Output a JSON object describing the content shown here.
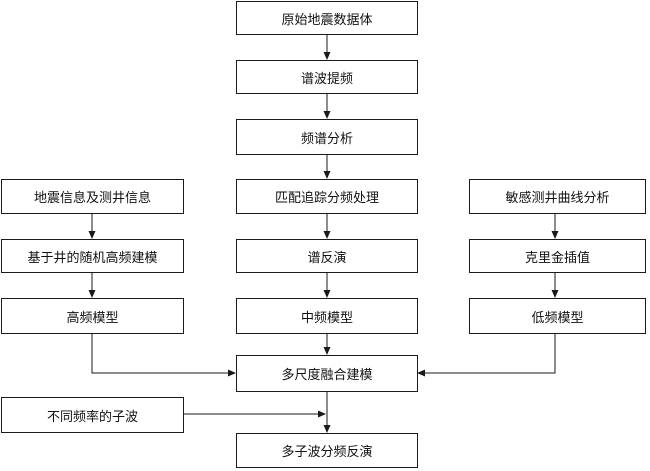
{
  "boxes": {
    "raw_seismic": "原始地震数据体",
    "spectral_boost": "谱波提频",
    "spectral_analysis": "频谱分析",
    "seismic_well_info": "地震信息及测井信息",
    "matching_pursuit": "匹配追踪分频处理",
    "sensitive_logs": "敏感测井曲线分析",
    "well_random_hf": "基于井的随机高频建模",
    "spectral_inversion": "谱反演",
    "kriging": "克里金插值",
    "hf_model": "高频模型",
    "mf_model": "中频模型",
    "lf_model": "低频模型",
    "multiscale_fusion": "多尺度融合建模",
    "wavelets": "不同频率的子波",
    "multi_wavelet_inversion": "多子波分频反演"
  },
  "colors": {
    "line": "#1a1a1a",
    "box_border": "#1a1a1a",
    "text": "#111111"
  }
}
